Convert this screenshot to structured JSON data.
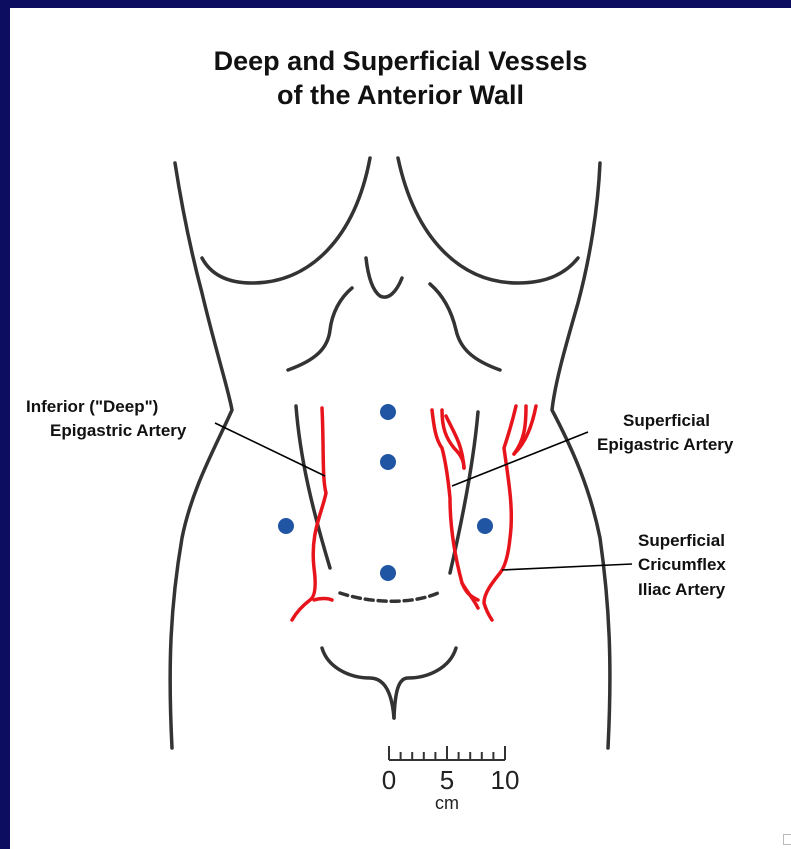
{
  "title": {
    "line1": "Deep and Superficial Vessels",
    "line2": "of the Anterior Wall"
  },
  "labels": {
    "inferior_epigastric": {
      "line1": "Inferior (\"Deep\")",
      "line2": "Epigastric Artery"
    },
    "superficial_epigastric": {
      "line1": "Superficial",
      "line2": "Epigastric Artery"
    },
    "superficial_circumflex": {
      "line1": "Superficial",
      "line2": "Cricumflex",
      "line3": "Iliac Artery"
    }
  },
  "scale_bar": {
    "ticks": [
      "0",
      "5",
      "10"
    ],
    "unit": "cm"
  },
  "port_sites_count": 5,
  "colors": {
    "background": "#0c0c60",
    "vessel": "#e8141c",
    "port_site": "#1f55a3",
    "outline": "#333333"
  }
}
